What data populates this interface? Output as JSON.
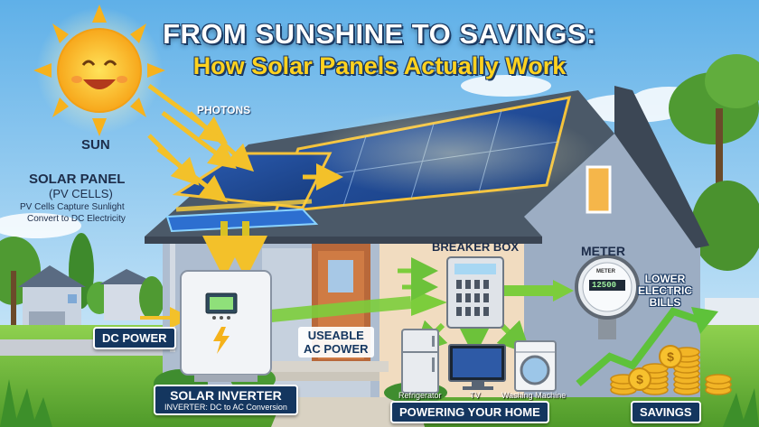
{
  "title": {
    "line1": "FROM SUNSHINE TO SAVINGS:",
    "line2": "How Solar Panels Actually Work"
  },
  "labels": {
    "sun": "SUN",
    "photons": "PHOTONS",
    "solar_panel": "SOLAR PANEL",
    "pv_cells": "(PV CELLS)",
    "pv_capture": "PV Cells Capture Sunlight",
    "pv_convert": "Convert to DC Electricity",
    "dc_power": "DC POWER",
    "usable_ac_line1": "USEABLE",
    "usable_ac_line2": "AC POWER",
    "inverter_title": "SOLAR INVERTER",
    "inverter_sub": "INVERTER: DC to AC Conversion",
    "breaker_box": "BREAKER BOX",
    "meter": "METER",
    "meter_device_label": "METER",
    "meter_reading": "12500",
    "lower_bills_line1": "LOWER",
    "lower_bills_line2": "ELECTRIC",
    "lower_bills_line3": "BILLS",
    "refrigerator": "Refrigerator",
    "tv": "TV",
    "washing_machine": "Washing Machine",
    "powering_home": "POWERING YOUR HOME",
    "savings": "SAVINGS"
  },
  "icons": {
    "sun": "smiling-sun-icon",
    "coin": "dollar-coin-icon",
    "bolt": "lightning-bolt-icon"
  },
  "colors": {
    "sky_top": "#6fb7ea",
    "sky_bottom": "#d6ecfa",
    "title_yellow": "#ffd21f",
    "navy": "#14365f",
    "arrow_green": "#7ccd3c",
    "arrow_yellow": "#f5c526",
    "house_wall": "#9aacc2",
    "roof": "#4b5968"
  }
}
